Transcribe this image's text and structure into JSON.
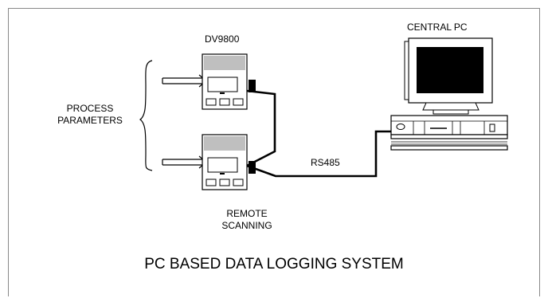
{
  "diagram": {
    "device_label": "DV9800",
    "pc_label": "CENTRAL PC",
    "process_label_line1": "PROCESS",
    "process_label_line2": "PARAMETERS",
    "link_label": "RS485",
    "remote_label_line1": "REMOTE",
    "remote_label_line2": "SCANNING",
    "title": "PC BASED DATA LOGGING SYSTEM"
  }
}
